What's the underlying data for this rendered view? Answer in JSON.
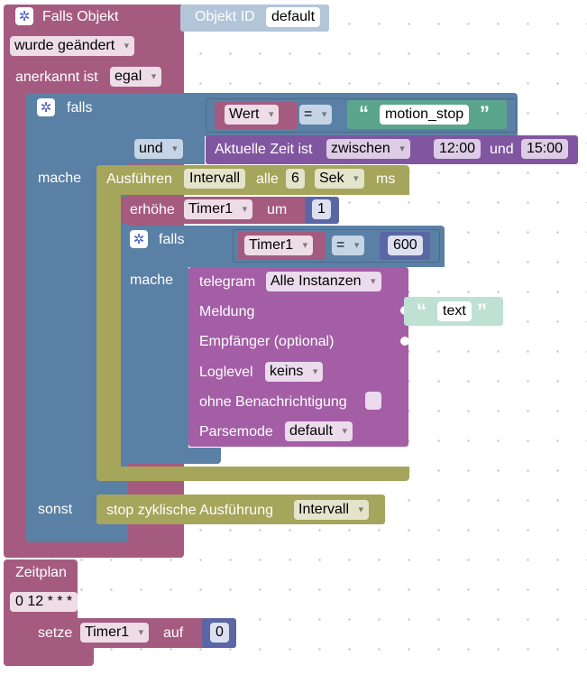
{
  "colors": {
    "event_block": "#a55b80",
    "logic_block": "#5b80a5",
    "time_block": "#8156a0",
    "loop_block": "#a5a55b",
    "math_block": "#5b67a5",
    "text_block": "#5ba58c",
    "telegram_block": "#a35ea5"
  },
  "trigger": {
    "title": "Falls Objekt",
    "object_id_label": "Objekt ID",
    "object_id_value": "default",
    "changed_option": "wurde geändert",
    "ack_label": "anerkannt ist",
    "ack_value": "egal"
  },
  "if_block": {
    "falls_label": "falls",
    "mache_label": "mache",
    "sonst_label": "sonst",
    "condition": {
      "left_dropdown": "Wert",
      "operator": "=",
      "string_value": "motion_stop"
    },
    "and_label": "und",
    "time_condition": {
      "label": "Aktuelle Zeit ist",
      "mode": "zwischen",
      "start": "12:00",
      "and_text": "und",
      "end": "15:00"
    }
  },
  "interval": {
    "label": "Ausführen",
    "name": "Intervall",
    "every_label": "alle",
    "value": "6",
    "unit": "Sek",
    "ms_label": "ms"
  },
  "increment": {
    "label": "erhöhe",
    "variable": "Timer1",
    "by_label": "um",
    "value": "1"
  },
  "inner_if": {
    "falls_label": "falls",
    "mache_label": "mache",
    "left": "Timer1",
    "operator": "=",
    "right": "600"
  },
  "telegram": {
    "label": "telegram",
    "instance": "Alle Instanzen",
    "message_label": "Meldung",
    "message_value": "text",
    "recipient_label": "Empfänger (optional)",
    "loglevel_label": "Loglevel",
    "loglevel_value": "keins",
    "silent_label": "ohne Benachrichtigung",
    "parsemode_label": "Parsemode",
    "parsemode_value": "default"
  },
  "stop_block": {
    "label": "stop zyklische Ausführung",
    "interval": "Intervall"
  },
  "schedule": {
    "label": "Zeitplan",
    "cron": "0 12 * * *"
  },
  "set_block": {
    "label": "setze",
    "variable": "Timer1",
    "to_label": "auf",
    "value": "0"
  },
  "icons": {
    "gear": "gear-icon",
    "quote_open": "“",
    "quote_close": "”"
  }
}
